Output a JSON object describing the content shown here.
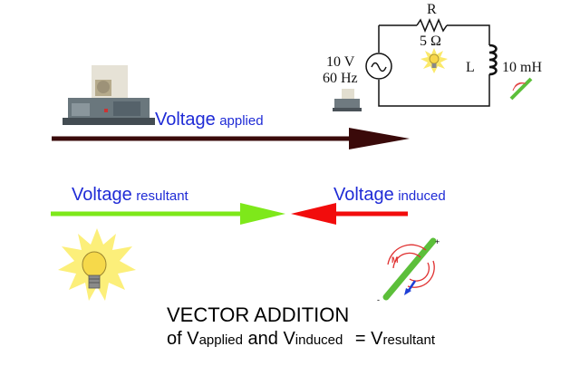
{
  "circuit": {
    "resistor_label": "R",
    "resistor_value": "5 Ω",
    "source_voltage": "10 V",
    "source_frequency": "60 Hz",
    "inductor_label": "L",
    "inductor_value": "10 mH"
  },
  "vectors": {
    "applied": {
      "main": "Voltage",
      "sub": "applied",
      "color": "#3a0a0a"
    },
    "resultant": {
      "main": "Voltage",
      "sub": "resultant",
      "color": "#7ee81a"
    },
    "induced": {
      "main": "Voltage",
      "sub": "induced",
      "color": "#f20c0c"
    }
  },
  "caption": {
    "line1": "VECTOR ADDITION",
    "of": "of V",
    "applied_sub": "applied",
    "and": " and V",
    "induced_sub": "induced",
    "equals": "= V",
    "resultant_sub": "resultant"
  },
  "icons": {
    "generator": "generator-icon",
    "bulb": "light-bulb-icon",
    "coil": "magnetic-coil-icon",
    "m_label": "M",
    "plus": "+",
    "minus": "-"
  },
  "text_color": "#1f2bd6"
}
